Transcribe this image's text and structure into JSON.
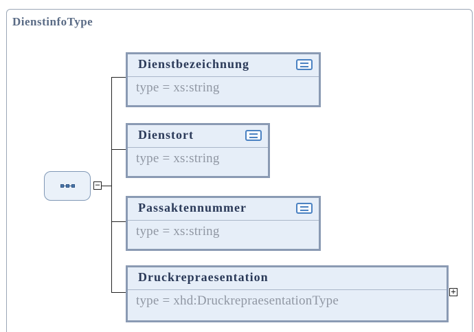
{
  "type_name": "DienstinfoType",
  "elements": [
    {
      "name": "Dienstbezeichnung",
      "type": "type = xs:string",
      "has_doc": true,
      "expandable": false
    },
    {
      "name": "Dienstort",
      "type": "type = xs:string",
      "has_doc": true,
      "expandable": false
    },
    {
      "name": "Passaktennummer",
      "type": "type = xs:string",
      "has_doc": true,
      "expandable": false
    },
    {
      "name": "Druckrepraesentation",
      "type": "type = xhd:DruckrepraesentationType",
      "has_doc": false,
      "expandable": true
    }
  ],
  "icons": {
    "sequence": "sequence-compositor-icon",
    "collapse": "minus-box-icon",
    "expand": "plus-box-icon",
    "documentation": "documentation-icon"
  },
  "colors": {
    "element_fill": "#e6eef8",
    "element_border": "#8a9ab3",
    "name_text": "#2b3a59",
    "type_text": "#9097a3",
    "doc_icon": "#4b82c2"
  }
}
